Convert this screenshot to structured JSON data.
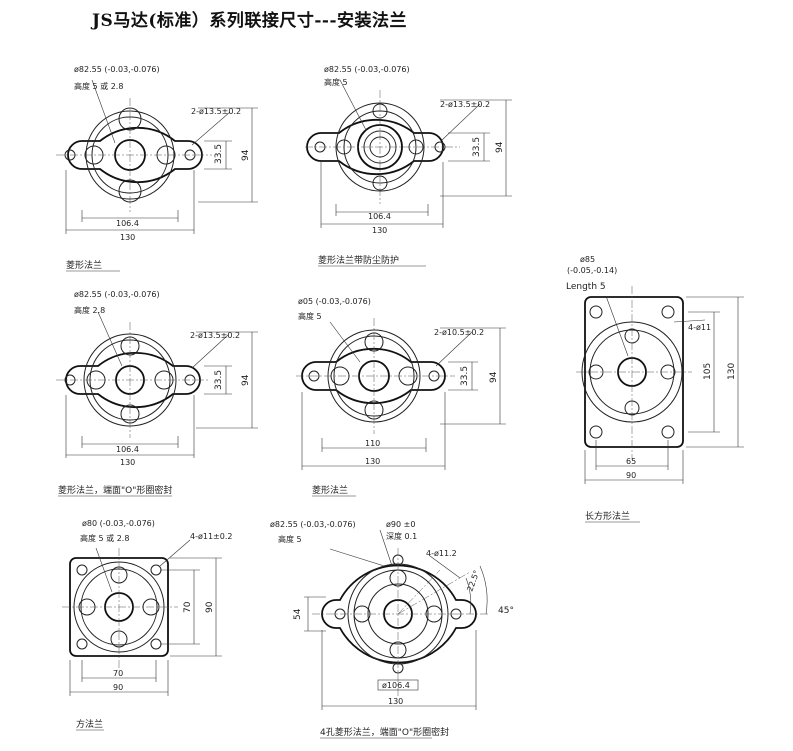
{
  "title": "JS马达(标准）系列联接尺寸---安装法兰",
  "views": [
    {
      "id": "d1",
      "caption": "菱形法兰",
      "notes": [
        "ø82.55 (-0.03,-0.076)",
        "高度 5 或 2.8",
        "2-ø13.5±0.2"
      ],
      "dims": [
        "33.5",
        "94",
        "106.4",
        "130"
      ]
    },
    {
      "id": "d2",
      "caption": "菱形法兰带防尘防护",
      "notes": [
        "ø82.55 (-0.03,-0.076)",
        "高度 5",
        "2-ø13.5±0.2"
      ],
      "dims": [
        "33.5",
        "94",
        "106.4",
        "130"
      ]
    },
    {
      "id": "d3",
      "caption": "菱形法兰，端面\"O\"形圈密封",
      "notes": [
        "ø82.55 (-0.03,-0.076)",
        "高度 2.8",
        "2-ø13.5±0.2"
      ],
      "dims": [
        "33.5",
        "94",
        "106.4",
        "130"
      ]
    },
    {
      "id": "d4",
      "caption": "菱形法兰",
      "notes": [
        "ø05 (-0.03,-0.076)",
        "高度 5",
        "2-ø10.5±0.2"
      ],
      "dims": [
        "33.5",
        "94",
        "110",
        "130"
      ]
    },
    {
      "id": "d5",
      "caption": "长方形法兰",
      "notes": [
        "ø85",
        "(-0.05,-0.14)",
        "Length 5",
        "4-ø11"
      ],
      "dims": [
        "105",
        "130",
        "65",
        "90"
      ]
    },
    {
      "id": "d6",
      "caption": "方法兰",
      "notes": [
        "ø80 (-0.03,-0.076)",
        "高度 5 或 2.8",
        "4-ø11±0.2"
      ],
      "dims": [
        "70",
        "90",
        "70",
        "90"
      ]
    },
    {
      "id": "d7",
      "caption": "4孔菱形法兰，端面\"O\"形圈密封",
      "notes": [
        "ø82.55 (-0.03,-0.076)",
        "高度 5",
        "ø90 ±0",
        "深度 0.1",
        "4-ø11.2"
      ],
      "dims": [
        "54",
        "ø106.4",
        "130",
        "22.5°",
        "45°"
      ]
    }
  ]
}
